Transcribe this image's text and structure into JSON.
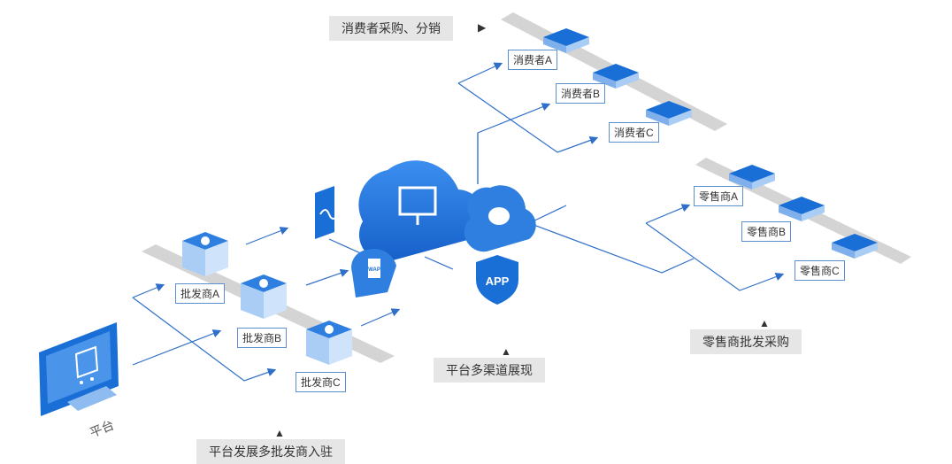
{
  "captions": {
    "consumer": "消费者采购、分销",
    "retailer": "零售商批发采购",
    "channels": "平台多渠道展现",
    "wholesaler": "平台发展多批发商入驻"
  },
  "platform": {
    "label": "平台"
  },
  "wholesalers": [
    "批发商A",
    "批发商B",
    "批发商C"
  ],
  "consumers": [
    "消费者A",
    "消费者B",
    "消费者C"
  ],
  "retailers": [
    "零售商A",
    "零售商B",
    "零售商C"
  ],
  "channels": {
    "app_label": "APP",
    "wap_label": "WAP"
  },
  "colors": {
    "primary": "#1a6fd6",
    "light": "#8ebbf0",
    "line": "#2f6fc9",
    "shelf": "#cfcfcf",
    "tag": "#e6e6e6"
  },
  "icons": [
    "monitor-cart-icon",
    "person-icon",
    "cloud-monitor-icon",
    "mini-program-icon",
    "wap-icon",
    "wechat-icon",
    "app-shield-icon",
    "search-money-icon",
    "clock-icon"
  ]
}
